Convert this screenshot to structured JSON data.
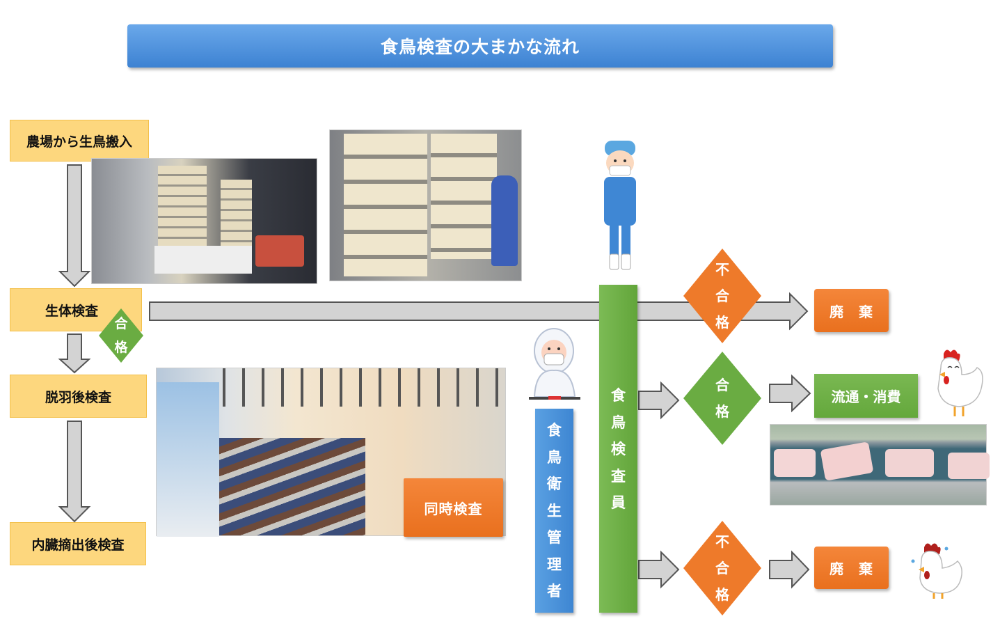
{
  "title": "食鳥検査の大まかな流れ",
  "steps": [
    "農場から生鳥搬入",
    "生体検査",
    "脱羽後検査",
    "内臓摘出後検査"
  ],
  "pass_small": [
    "合",
    "格"
  ],
  "simultaneous": "同時検査",
  "inspector": [
    "食",
    "鳥",
    "検",
    "査",
    "員"
  ],
  "manager": [
    "食",
    "鳥",
    "衛",
    "生",
    "管",
    "理",
    "者"
  ],
  "fail": [
    "不",
    "合",
    "格"
  ],
  "pass": [
    "合",
    "格"
  ],
  "dispose": "廃　棄",
  "distribute": "流通・消費",
  "colors": {
    "blue": "#4a90d9",
    "yellow": "#fdd77e",
    "green": "#6aac42",
    "orange": "#ee7a2a",
    "arrow": "#d3d3d3"
  }
}
